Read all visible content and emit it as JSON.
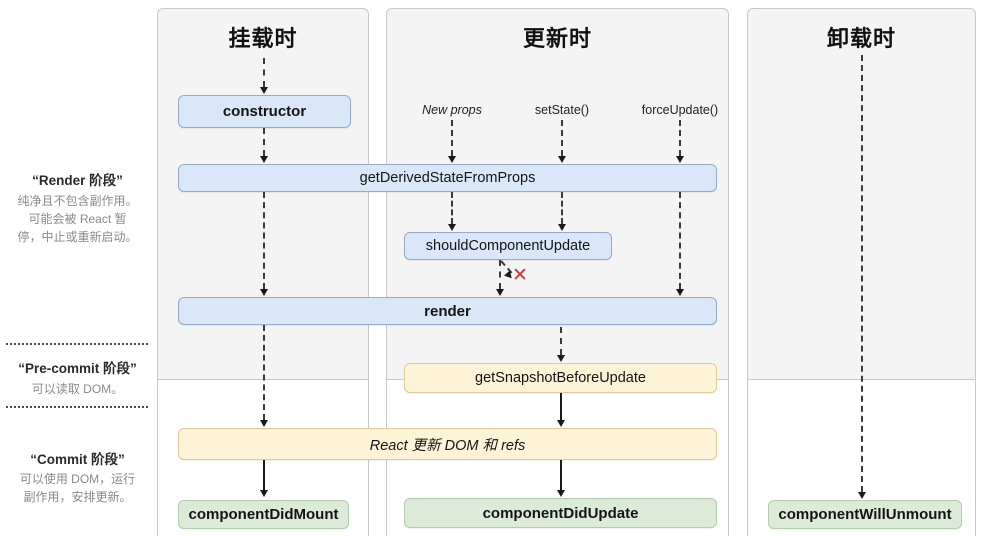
{
  "columns": {
    "mounting": {
      "title": "挂载时"
    },
    "updating": {
      "title": "更新时",
      "triggers": {
        "new_props": "New props",
        "set_state": "setState()",
        "force_update": "forceUpdate()"
      }
    },
    "unmounting": {
      "title": "卸载时"
    }
  },
  "phases": {
    "render": {
      "title": "“Render 阶段”",
      "desc": [
        "纯净且不包含副作用。",
        "可能会被 React 暂",
        "停，中止或重新启动。"
      ]
    },
    "pre_commit": {
      "title": "“Pre-commit 阶段”",
      "desc": [
        "可以读取 DOM。"
      ]
    },
    "commit": {
      "title": "“Commit 阶段”",
      "desc": [
        "可以使用 DOM，运行",
        "副作用，安排更新。"
      ]
    }
  },
  "nodes": {
    "constructor": "constructor",
    "get_derived_state_from_props": "getDerivedStateFromProps",
    "should_component_update": "shouldComponentUpdate",
    "render": "render",
    "get_snapshot_before_update": "getSnapshotBeforeUpdate",
    "react_updates_dom_refs": "React 更新 DOM 和 refs",
    "component_did_mount": "componentDidMount",
    "component_did_update": "componentDidUpdate",
    "component_will_unmount": "componentWillUnmount"
  },
  "markers": {
    "cancel_x": "✕"
  },
  "colors": {
    "box_blue": "#d9e7f9",
    "box_blue_border": "#94accb",
    "box_cream": "#fdf4d7",
    "box_cream_border": "#dfcb96",
    "box_green": "#dcebd8",
    "box_green_border": "#b2ccac",
    "panel_bg": "#f4f4f5",
    "panel_border": "#c9c9c9",
    "cancel_red": "#cf3430",
    "arrow": "#1a1a1a"
  }
}
